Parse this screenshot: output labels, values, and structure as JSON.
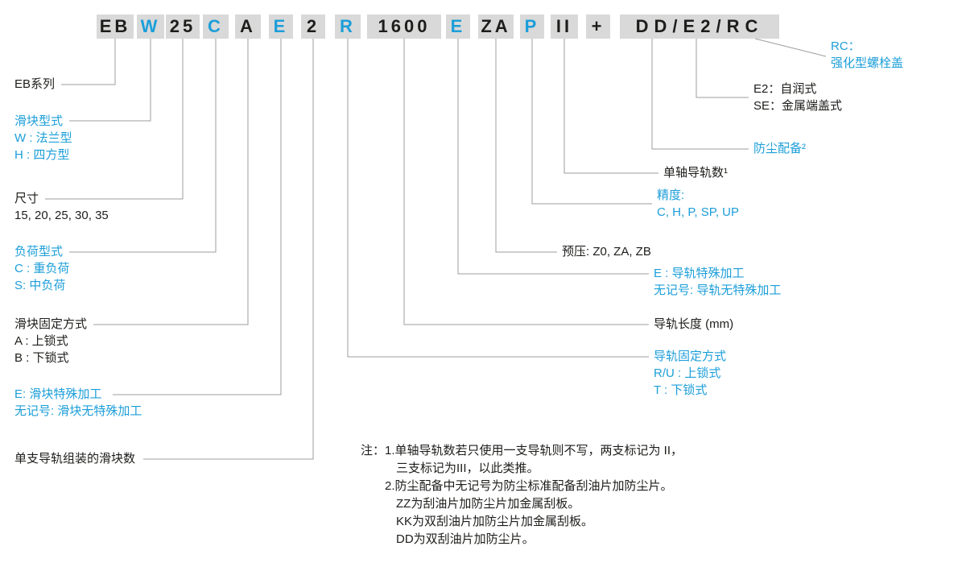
{
  "colors": {
    "accent_blue": "#1c9ed9",
    "text_black": "#1d1d1b",
    "chip_bg": "#d9d9d9",
    "line_gray": "#9c9c9c"
  },
  "model_code": {
    "segments": [
      {
        "text": "EB",
        "tone": "black"
      },
      {
        "text": "W",
        "tone": "blue"
      },
      {
        "text": "25",
        "tone": "black"
      },
      {
        "text": "C",
        "tone": "blue"
      },
      {
        "text": "A",
        "tone": "black"
      },
      {
        "text": "E",
        "tone": "blue"
      },
      {
        "text": "2",
        "tone": "black"
      },
      {
        "text": "R",
        "tone": "blue"
      },
      {
        "text": "1600",
        "tone": "black"
      },
      {
        "text": "E",
        "tone": "blue"
      },
      {
        "text": "ZA",
        "tone": "black"
      },
      {
        "text": "P",
        "tone": "blue"
      },
      {
        "text": "II",
        "tone": "black"
      },
      {
        "text": "+",
        "tone": "black"
      },
      {
        "text": "DD/E2/RC",
        "tone": "black"
      }
    ]
  },
  "left_labels": {
    "series": {
      "title": "EB系列"
    },
    "slider_type": {
      "title": "滑块型式",
      "options": [
        "W : 法兰型",
        "H : 四方型"
      ]
    },
    "size": {
      "title": "尺寸",
      "options": [
        "15, 20, 25, 30, 35"
      ]
    },
    "load_type": {
      "title": "负荷型式",
      "options": [
        "C : 重负荷",
        "S: 中负荷"
      ]
    },
    "block_mounting": {
      "title": "滑块固定方式",
      "options": [
        "A : 上锁式",
        "B : 下锁式"
      ]
    },
    "block_special": {
      "title": "E: 滑块特殊加工",
      "options": [
        "无记号: 滑块无特殊加工"
      ]
    },
    "blocks_per_rail": {
      "title": "单支导轨组装的滑块数"
    }
  },
  "right_labels": {
    "rc": {
      "title": "RC：",
      "subtitle": "强化型螺栓盖"
    },
    "e2_se": {
      "options": [
        "E2：自润式",
        "SE：金属端盖式"
      ]
    },
    "dust": {
      "title": "防尘配备²"
    },
    "rails_count": {
      "title": "单轴导轨数¹"
    },
    "precision": {
      "title": "精度:",
      "values": "C, H, P, SP, UP"
    },
    "preload": {
      "title": "预压: Z0, ZA, ZB"
    },
    "rail_special": {
      "title": "E : 导轨特殊加工",
      "options": [
        "无记号: 导轨无特殊加工"
      ]
    },
    "rail_length": {
      "title": "导轨长度 (mm)"
    },
    "rail_mounting": {
      "title": "导轨固定方式",
      "options": [
        "R/U : 上锁式",
        "T : 下锁式"
      ]
    }
  },
  "notes": {
    "lines": [
      "注：1.单轴导轨数若只使用一支导轨则不写，两支标记为 II，",
      "三支标记为III，以此类推。",
      "2.防尘配备中无记号为防尘标准配备刮油片加防尘片。",
      "ZZ为刮油片加防尘片加金属刮板。",
      "KK为双刮油片加防尘片加金属刮板。",
      "DD为双刮油片加防尘片。"
    ]
  }
}
